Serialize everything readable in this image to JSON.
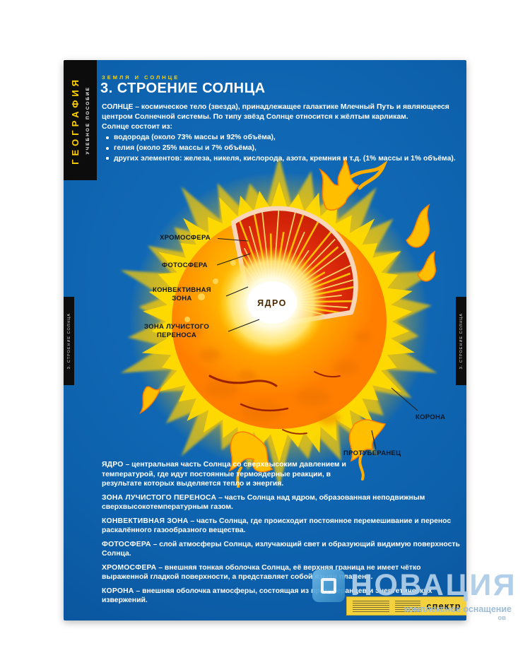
{
  "colors": {
    "poster_blue": "#0d61ac",
    "accent_yellow": "#ffd200",
    "sun_orange": "#ff9000",
    "interior_red": "#d92a0e",
    "watermark_blue": "#aecde8"
  },
  "poster": {
    "spine": {
      "subject": "ГЕОГРАФИЯ",
      "type": "УЧЕБНОЕ ПОСОБИЕ"
    },
    "tab_label": "3. СТРОЕНИЕ СОЛНЦА",
    "header": {
      "kicker": "ЗЕМЛЯ И СОЛНЦЕ",
      "title": "3. СТРОЕНИЕ СОЛНЦА"
    },
    "intro": {
      "lead": "СОЛНЦЕ – космическое тело (звезда), принадлежащее галактике Млечный Путь и являющееся центром Солнечной системы. По типу звёзд Солнце относится к жёлтым карликам.",
      "sublead": "Солнце состоит из:",
      "bullets": [
        "водорода (около 73% массы и 92% объёма),",
        "гелия (около 25% массы и 7% объёма),",
        "других элементов: железа, никеля, кислорода, азота, кремния и т.д. (1% массы и 1% объёма)."
      ]
    },
    "diagram_labels": {
      "chromosphere": "ХРОМОСФЕРА",
      "photosphere": "ФОТОСФЕРА",
      "convective_zone": "КОНВЕКТИВНАЯ\nЗОНА",
      "radiative_zone": "ЗОНА ЛУЧИСТОГО\nПЕРЕНОСА",
      "core": "ЯДРО",
      "corona": "КОРОНА",
      "prominence": "ПРОТУБЕРАНЕЦ"
    },
    "definitions": [
      {
        "term": "ЯДРО",
        "text": "– центральная часть Солнца со сверхвысоким давлением и температурой, где идут постоянные термоядерные реакции, в результате которых выделяется тепло и энергия."
      },
      {
        "term": "ЗОНА ЛУЧИСТОГО ПЕРЕНОСА",
        "text": "– часть Солнца над ядром, образованная неподвижным сверхвысокотемпературным газом."
      },
      {
        "term": "КОНВЕКТИВНАЯ ЗОНА",
        "text": "– часть Солнца, где происходит постоянное перемешивание и перенос раскалённого газообразного вещества."
      },
      {
        "term": "ФОТОСФЕРА",
        "text": "– слой атмосферы Солнца, излучающий свет и образующий видимую поверхность Солнца."
      },
      {
        "term": "ХРОМОСФЕРА",
        "text": "– внешняя тонкая оболочка Солнца, её верхняя граница не имеет чётко выраженной гладкой поверхности, а представляет собой языки пламени."
      },
      {
        "term": "КОРОНА",
        "text": "– внешняя оболочка атмосферы, состоящая из протуберанцев и энергетических извержений."
      }
    ],
    "publisher": {
      "name": "спектр"
    }
  },
  "watermark": {
    "name": "НОВАЦИЯ",
    "tagline": "комплексное оснащение",
    "tagline2": "ов"
  }
}
